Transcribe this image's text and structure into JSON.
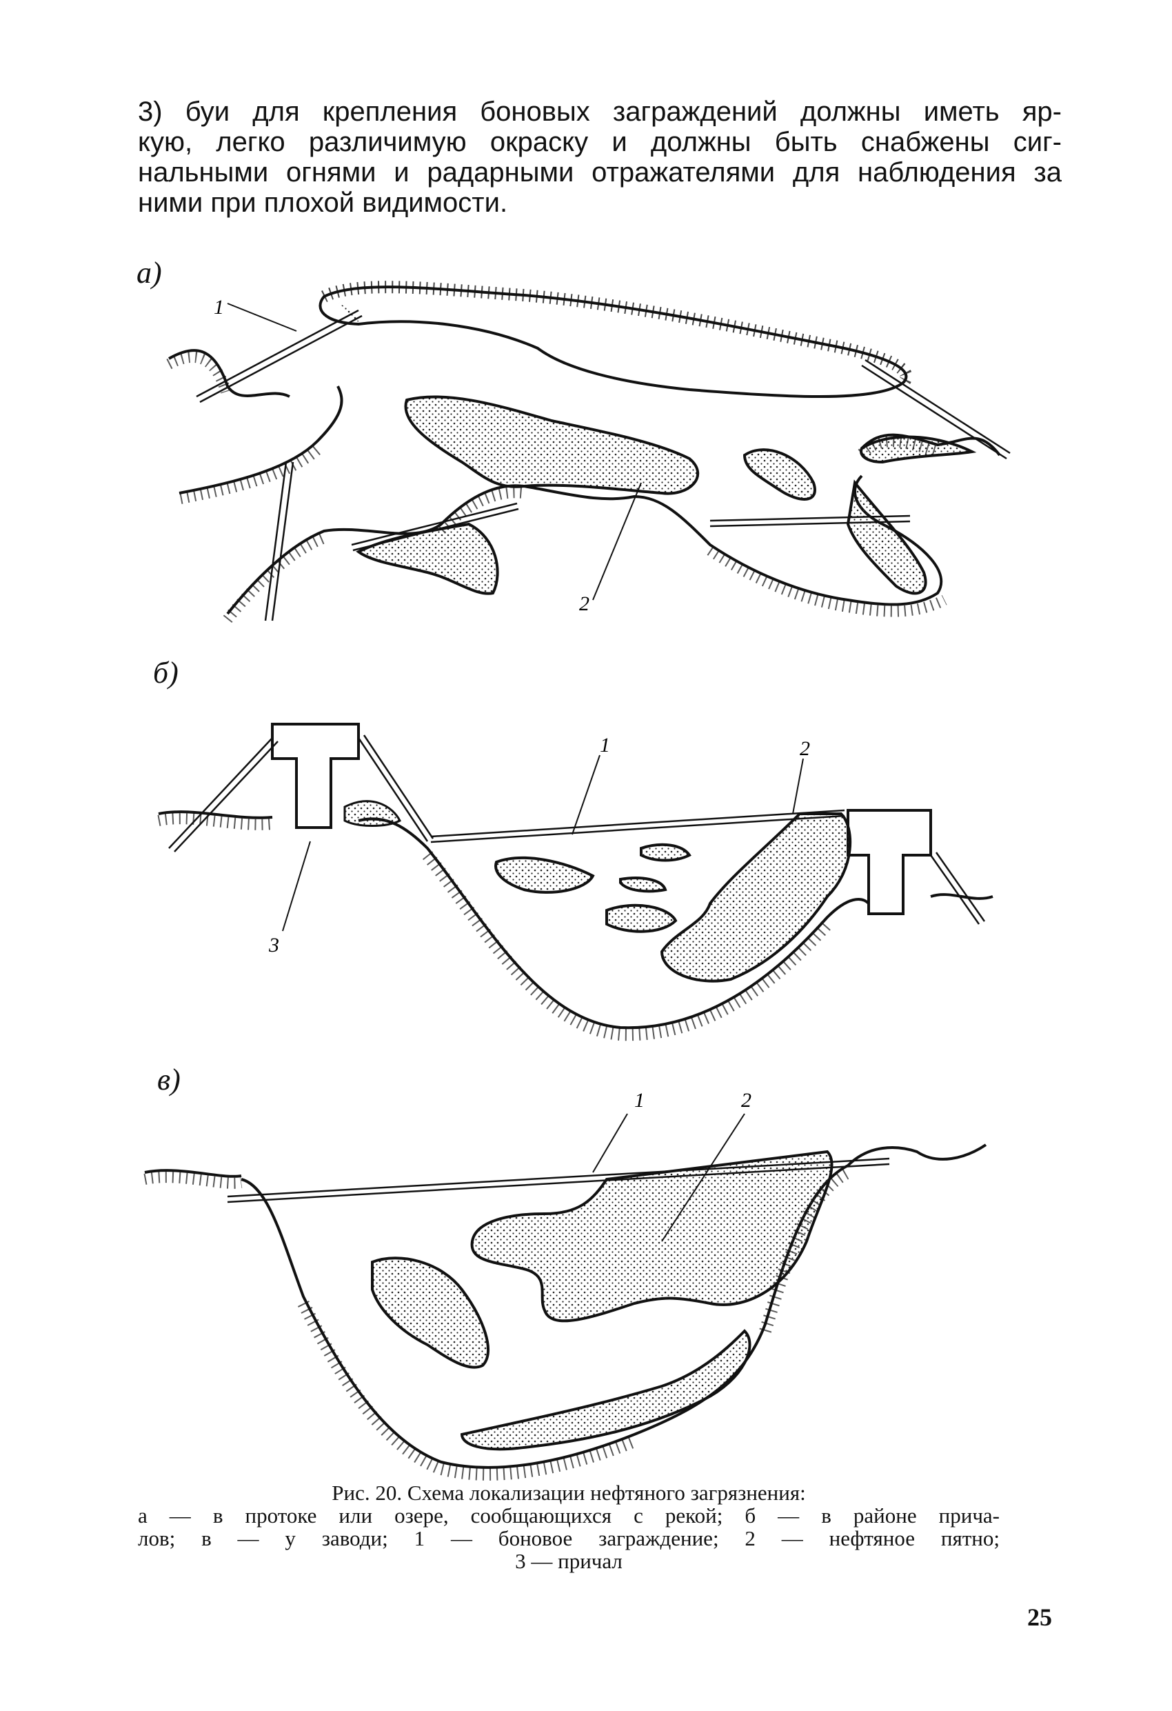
{
  "paragraph": {
    "lines": [
      "3) буи для крепления боновых заграждений должны иметь яр-",
      "кую, легко различимую окраску и должны быть снабжены сиг-",
      "нальными огнями и радарными отражателями для наблюдения за",
      "ними при плохой видимости."
    ]
  },
  "figure": {
    "panels": [
      {
        "label": "а)",
        "callouts": [
          "1",
          "2"
        ]
      },
      {
        "label": "б)",
        "callouts": [
          "1",
          "2",
          "3"
        ]
      },
      {
        "label": "в)",
        "callouts": [
          "1",
          "2"
        ]
      }
    ]
  },
  "caption": {
    "title": "Рис. 20. Схема локализации нефтяного загрязнения:",
    "line2": "а — в протоке или озере, сообщающихся с рекой; б — в районе прича-",
    "line3": "лов; в — у заводи; 1 — боновое заграждение; 2 — нефтяное пятно;",
    "line4": "3 — причал"
  },
  "page_number": "25"
}
